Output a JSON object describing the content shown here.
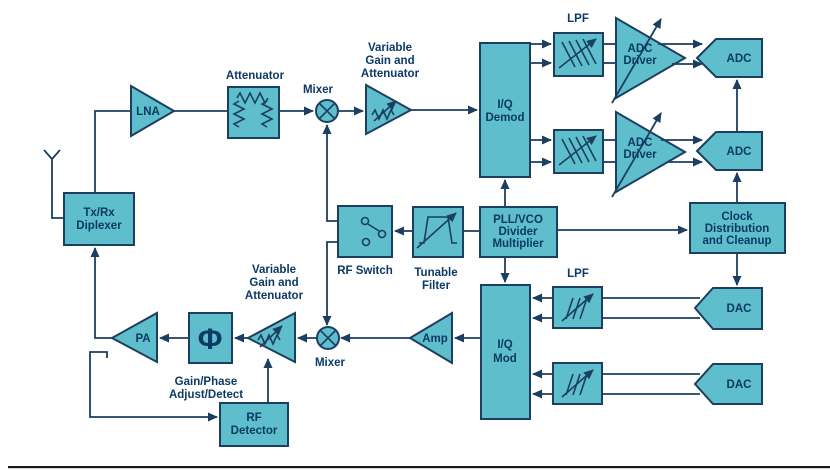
{
  "colors": {
    "block_fill": "#5EBECC",
    "outline": "#1C3E60",
    "label": "#0C3A64",
    "bottom_rule": "#1A1A1A"
  },
  "blocks": {
    "diplexer": {
      "line1": "Tx/Rx",
      "line2": "Diplexer"
    },
    "lna": {
      "label": "LNA"
    },
    "attenuator": {
      "label": "Attenuator"
    },
    "mixer_rx": {
      "label": "Mixer"
    },
    "vga_rx": {
      "line1": "Variable",
      "line2": "Gain and",
      "line3": "Attenuator"
    },
    "iq_demod": {
      "line1": "I/Q",
      "line2": "Demod"
    },
    "lpf_rx": {
      "label": "LPF"
    },
    "adc_driver_i": {
      "line1": "ADC",
      "line2": "Driver"
    },
    "adc_driver_q": {
      "line1": "ADC",
      "line2": "Driver"
    },
    "adc_i": {
      "label": "ADC"
    },
    "adc_q": {
      "label": "ADC"
    },
    "clock": {
      "line1": "Clock",
      "line2": "Distribution",
      "line3": "and Cleanup"
    },
    "pll": {
      "line1": "PLL/VCO",
      "line2": "Divider",
      "line3": "Multiplier"
    },
    "rf_switch": {
      "label": "RF Switch"
    },
    "tunable_filter": {
      "line1": "Tunable",
      "line2": "Filter"
    },
    "lpf_tx": {
      "label": "LPF"
    },
    "iq_mod": {
      "line1": "I/Q",
      "line2": "Mod"
    },
    "dac_i": {
      "label": "DAC"
    },
    "dac_q": {
      "label": "DAC"
    },
    "amp": {
      "label": "Amp"
    },
    "mixer_tx": {
      "label": "Mixer"
    },
    "vga_tx": {
      "line1": "Variable",
      "line2": "Gain and",
      "line3": "Attenuator"
    },
    "phi": {
      "symbol": "Φ"
    },
    "gain_phase": {
      "line1": "Gain/Phase",
      "line2": "Adjust/Detect"
    },
    "pa": {
      "label": "PA"
    },
    "rf_detector": {
      "line1": "RF",
      "line2": "Detector"
    }
  }
}
